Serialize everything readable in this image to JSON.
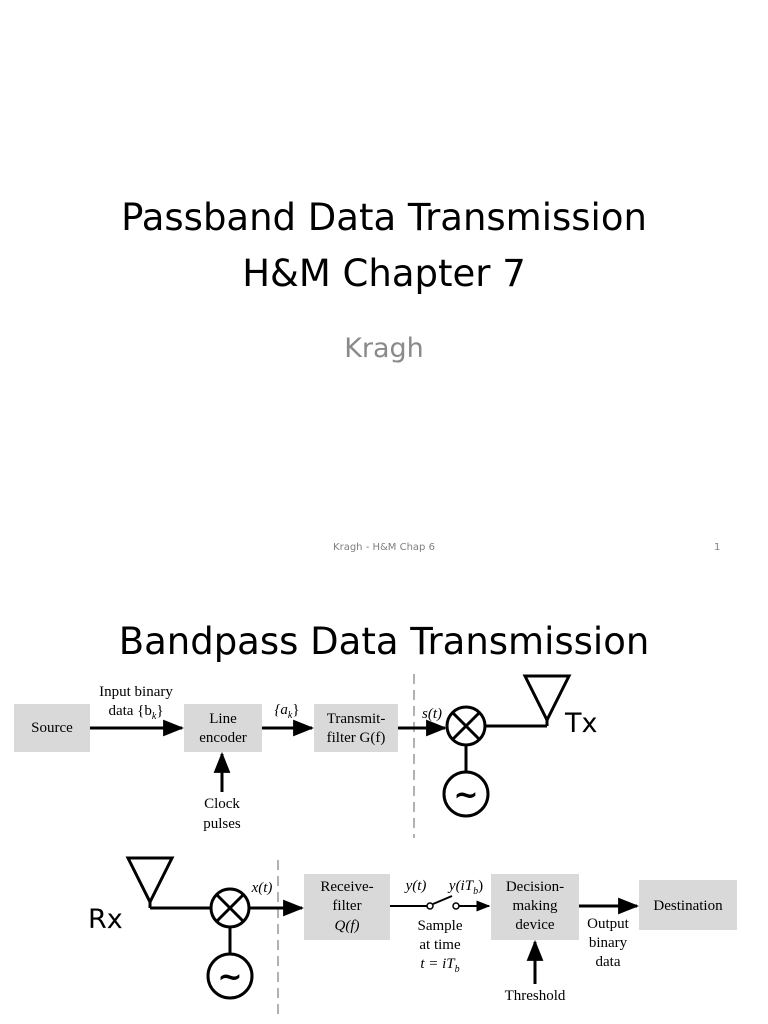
{
  "slide1": {
    "title_line1": "Passband Data Transmission",
    "title_line2": "H&M Chapter 7",
    "subtitle": "Kragh",
    "footer": "Kragh - H&M Chap 6",
    "page_number": "1"
  },
  "slide2": {
    "title": "Bandpass Data Transmission",
    "tx": {
      "source": "Source",
      "input_binary_line1": "Input binary",
      "input_binary_line2": "data {b",
      "input_binary_sub": "k",
      "input_binary_close": "}",
      "line_encoder_line1": "Line",
      "line_encoder_line2": "encoder",
      "ak_open": "{a",
      "ak_sub": "k",
      "ak_close": "}",
      "transmit_line1": "Transmit-",
      "transmit_line2": "filter G(f)",
      "st": "s(t)",
      "clock_line1": "Clock",
      "clock_line2": "pulses",
      "tx_label": "Tx",
      "oscillator_symbol": "~"
    },
    "rx": {
      "rx_label": "Rx",
      "xt": "x(t)",
      "receive_line1": "Receive-",
      "receive_line2": "filter",
      "receive_line3": "Q(f)",
      "yt": "y(t)",
      "yitb_open": "y(iT",
      "yitb_sub": "b",
      "yitb_close": ")",
      "sample_line1": "Sample",
      "sample_line2": "at time",
      "sample_line3_open": "t = iT",
      "sample_line3_sub": "b",
      "decision_line1": "Decision-",
      "decision_line2": "making",
      "decision_line3": "device",
      "output_line1": "Output",
      "output_line2": "binary",
      "output_line3": "data",
      "destination": "Destination",
      "threshold": "Threshold",
      "oscillator_symbol": "~"
    }
  }
}
